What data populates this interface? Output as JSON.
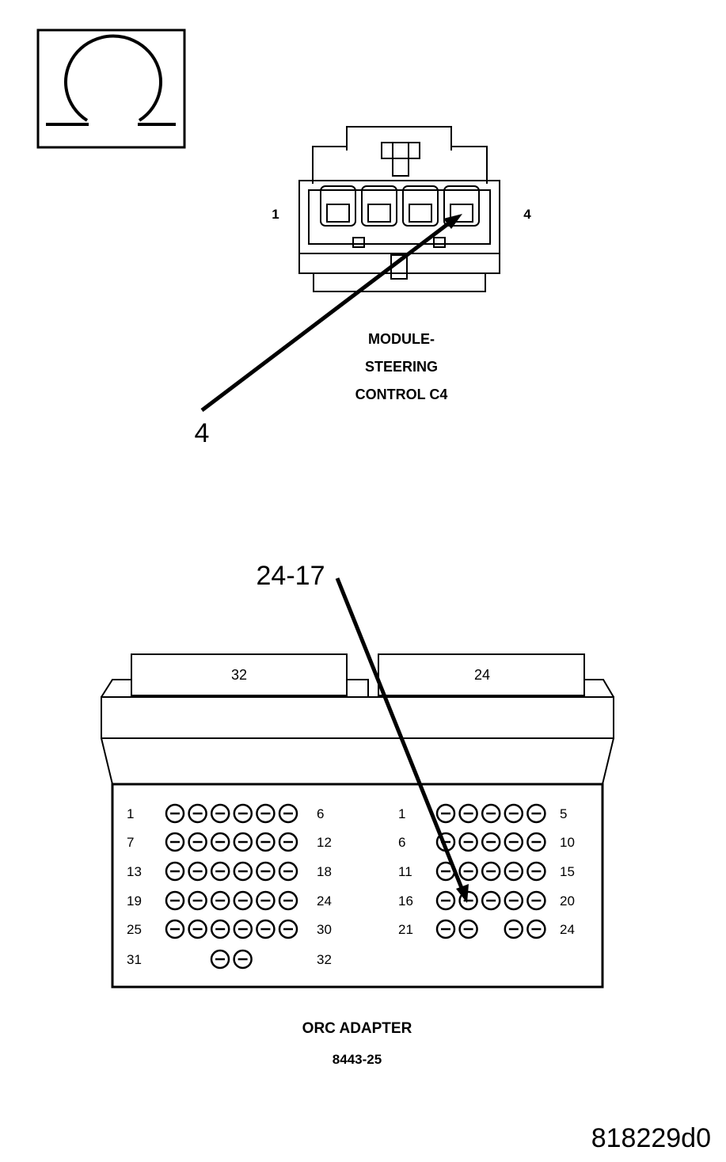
{
  "symbol": {
    "icon": "ohm-icon",
    "glyph": "Ω"
  },
  "connector_c4": {
    "pin_left": "1",
    "pin_right": "4",
    "title_lines": [
      "MODULE-",
      "STEERING",
      "CONTROL C4"
    ],
    "callout": "4"
  },
  "orc_adapter": {
    "callout": "24-17",
    "left_tab": "32",
    "right_tab": "24",
    "left_rows": [
      {
        "start": "1",
        "end": "6",
        "count": 6
      },
      {
        "start": "7",
        "end": "12",
        "count": 6
      },
      {
        "start": "13",
        "end": "18",
        "count": 6
      },
      {
        "start": "19",
        "end": "24",
        "count": 6
      },
      {
        "start": "25",
        "end": "30",
        "count": 6
      },
      {
        "start": "31",
        "end": "32",
        "count": 2
      }
    ],
    "right_rows": [
      {
        "start": "1",
        "end": "5",
        "count": 5
      },
      {
        "start": "6",
        "end": "10",
        "count": 5
      },
      {
        "start": "11",
        "end": "15",
        "count": 5
      },
      {
        "start": "16",
        "end": "20",
        "count": 5
      },
      {
        "start": "21",
        "end": "24",
        "count": 4
      }
    ],
    "title_lines": [
      "ORC ADAPTER",
      "8443-25"
    ]
  },
  "figure_id": "818229d0"
}
